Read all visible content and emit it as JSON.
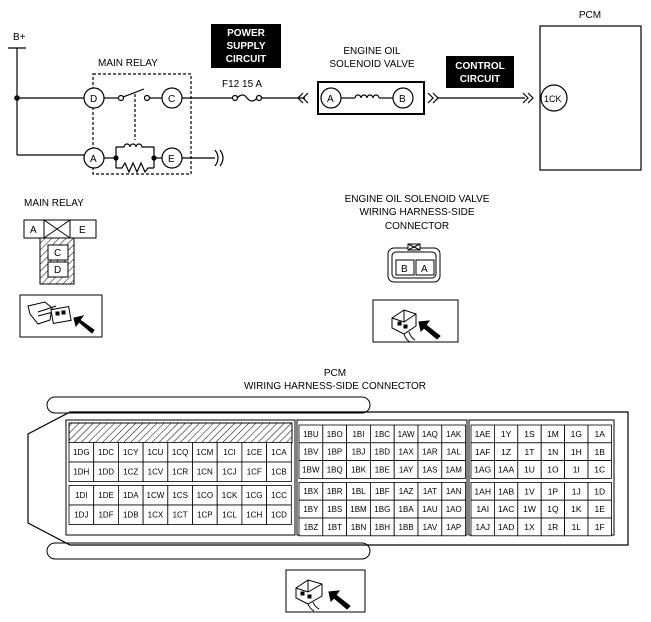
{
  "schematic": {
    "b_plus": "B+",
    "main_relay_label": "MAIN RELAY",
    "relay_terminals": [
      "D",
      "C",
      "A",
      "E"
    ],
    "power_supply_circuit": [
      "POWER",
      "SUPPLY",
      "CIRCUIT"
    ],
    "fuse_label": "F12 15 A",
    "solenoid_label": [
      "ENGINE OIL",
      "SOLENOID VALVE"
    ],
    "solenoid_terminals": [
      "A",
      "B"
    ],
    "control_circuit": [
      "CONTROL",
      "CIRCUIT"
    ],
    "pcm_label": "PCM",
    "pcm_terminal": "1CK"
  },
  "relay_connector": {
    "title": "MAIN RELAY",
    "top_left": "A",
    "top_right": "E",
    "lower": [
      "C",
      "D"
    ]
  },
  "solenoid_connector": {
    "title": [
      "ENGINE OIL SOLENOID VALVE",
      "WIRING HARNESS-SIDE",
      "CONNECTOR"
    ],
    "pins": [
      "B",
      "A"
    ]
  },
  "pcm_connector": {
    "title": [
      "PCM",
      "WIRING HARNESS-SIDE CONNECTOR"
    ],
    "block1": {
      "rows": [
        [],
        [
          "1DG",
          "1DC",
          "1CY",
          "1CU",
          "1CQ",
          "1CM",
          "1CI",
          "1CE",
          "1CA"
        ],
        [
          "1DH",
          "1DD",
          "1CZ",
          "1CV",
          "1CR",
          "1CN",
          "1CJ",
          "1CF",
          "1CB"
        ],
        [
          "1DI",
          "1DE",
          "1DA",
          "1CW",
          "1CS",
          "1CO",
          "1CK",
          "1CG",
          "1CC"
        ],
        [
          "1DJ",
          "1DF",
          "1DB",
          "1CX",
          "1CT",
          "1CP",
          "1CL",
          "1CH",
          "1CD"
        ]
      ]
    },
    "block2": {
      "rows": [
        [
          "1BU",
          "1BO",
          "1BI",
          "1BC",
          "1AW",
          "1AQ",
          "1AK"
        ],
        [
          "1BV",
          "1BP",
          "1BJ",
          "1BD",
          "1AX",
          "1AR",
          "1AL"
        ],
        [
          "1BW",
          "1BQ",
          "1BK",
          "1BE",
          "1AY",
          "1AS",
          "1AM"
        ],
        [
          "1BX",
          "1BR",
          "1BL",
          "1BF",
          "1AZ",
          "1AT",
          "1AN"
        ],
        [
          "1BY",
          "1BS",
          "1BM",
          "1BG",
          "1BA",
          "1AU",
          "1AO"
        ],
        [
          "1BZ",
          "1BT",
          "1BN",
          "1BH",
          "1BB",
          "1AV",
          "1AP"
        ]
      ]
    },
    "block3": {
      "rows": [
        [
          "1AE",
          "1Y",
          "1S",
          "1M",
          "1G",
          "1A"
        ],
        [
          "1AF",
          "1Z",
          "1T",
          "1N",
          "1H",
          "1B"
        ],
        [
          "1AG",
          "1AA",
          "1U",
          "1O",
          "1I",
          "1C"
        ],
        [
          "1AH",
          "1AB",
          "1V",
          "1P",
          "1J",
          "1D"
        ],
        [
          "1AI",
          "1AC",
          "1W",
          "1Q",
          "1K",
          "1E"
        ],
        [
          "1AJ",
          "1AD",
          "1X",
          "1R",
          "1L",
          "1F"
        ]
      ]
    }
  }
}
